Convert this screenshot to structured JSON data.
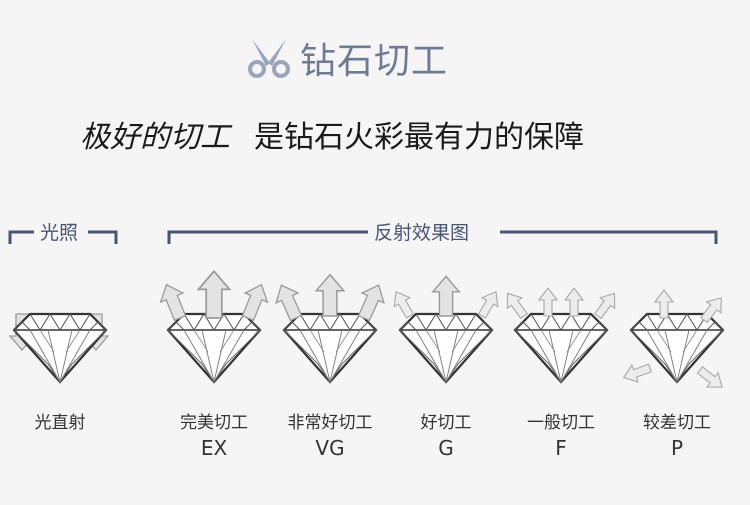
{
  "header": {
    "title": "钻石切工",
    "icon": "scissors-icon"
  },
  "slogan": {
    "part1": "极好的切工",
    "part2": "是钻石火彩最有力的保障"
  },
  "groups": {
    "light": "光照",
    "reflection": "反射效果图"
  },
  "items": [
    {
      "label": "光直射",
      "grade": ""
    },
    {
      "label": "完美切工",
      "grade": "EX"
    },
    {
      "label": "非常好切工",
      "grade": "VG"
    },
    {
      "label": "好切工",
      "grade": "G"
    },
    {
      "label": "一般切工",
      "grade": "F"
    },
    {
      "label": "较差切工",
      "grade": "P"
    }
  ],
  "colors": {
    "accent": "#4a5575",
    "title": "#6f7b93",
    "arrow_fill": "#d9d9d9",
    "arrow_stroke": "#9a9a9a"
  }
}
